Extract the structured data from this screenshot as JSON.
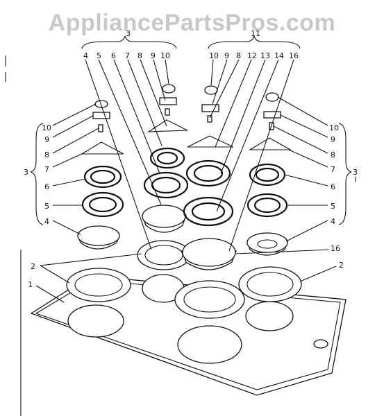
{
  "watermark": "AppliancePartsPros.com",
  "labels": {
    "top_left_group": "3",
    "top_right_group": "11",
    "tl_4": "4",
    "tl_5": "5",
    "tl_6": "6",
    "tl_7": "7",
    "tl_8": "8",
    "tl_9": "9",
    "tl_10": "10",
    "tr_10": "10",
    "tr_9": "9",
    "tr_8": "8",
    "tr_12": "12",
    "tr_13": "13",
    "tr_14": "14",
    "tr_16": "16",
    "l_10": "10",
    "l_9": "9",
    "l_8": "8",
    "l_7": "7",
    "l_3": "3",
    "l_6": "6",
    "l_5": "5",
    "l_4": "4",
    "l_2": "2",
    "l_1": "1",
    "r_10": "10",
    "r_9": "9",
    "r_8": "8",
    "r_7": "7",
    "r_3": "3",
    "r_6": "6",
    "r_5": "5",
    "r_4": "4",
    "r_16": "16",
    "r_2": "2"
  }
}
